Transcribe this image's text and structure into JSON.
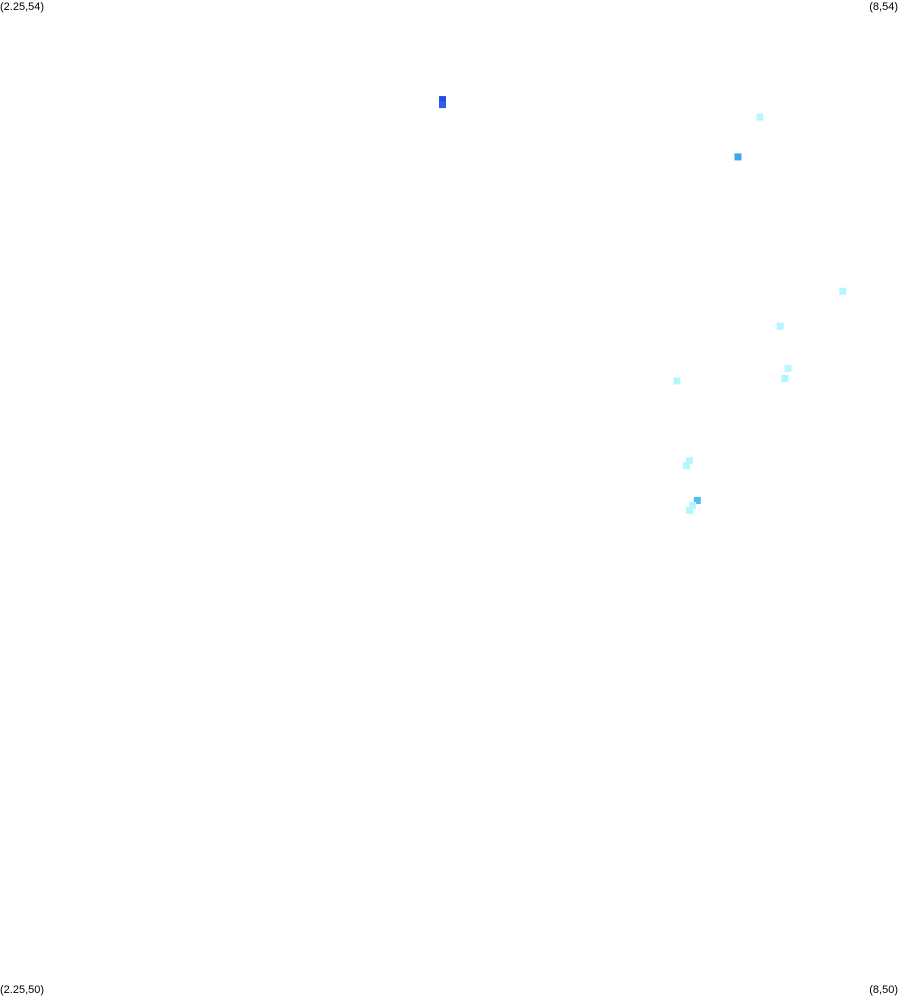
{
  "corners": {
    "top_left": "(2.25,54)",
    "top_right": "(8,54)",
    "bottom_left": "(2.25,50)",
    "bottom_right": "(8,50)"
  },
  "extent": {
    "lon_min": 2.25,
    "lon_max": 8,
    "lat_min": 50,
    "lat_max": 54
  },
  "colors": {
    "background": "#ffffff",
    "text": "#000000"
  },
  "points": [
    {
      "lon": 5.08,
      "lat": 53.6,
      "color": "#1f4fe0"
    },
    {
      "lon": 5.08,
      "lat": 53.58,
      "color": "#2f5fe8"
    },
    {
      "lon": 7.11,
      "lat": 53.53,
      "color": "#b8f7ff"
    },
    {
      "lon": 6.97,
      "lat": 53.37,
      "color": "#3aa8f0"
    },
    {
      "lon": 7.64,
      "lat": 52.83,
      "color": "#b4f6ff"
    },
    {
      "lon": 7.24,
      "lat": 52.69,
      "color": "#b4f6ff"
    },
    {
      "lon": 7.29,
      "lat": 52.52,
      "color": "#b8f7ff"
    },
    {
      "lon": 7.27,
      "lat": 52.48,
      "color": "#b0f4ff"
    },
    {
      "lon": 6.58,
      "lat": 52.47,
      "color": "#b4f6ff"
    },
    {
      "lon": 6.66,
      "lat": 52.15,
      "color": "#b8f7ff"
    },
    {
      "lon": 6.64,
      "lat": 52.13,
      "color": "#b4f6ff"
    },
    {
      "lon": 6.71,
      "lat": 51.99,
      "color": "#52bdf3"
    },
    {
      "lon": 6.68,
      "lat": 51.97,
      "color": "#b4f6ff"
    },
    {
      "lon": 6.66,
      "lat": 51.95,
      "color": "#b4f6ff"
    }
  ]
}
